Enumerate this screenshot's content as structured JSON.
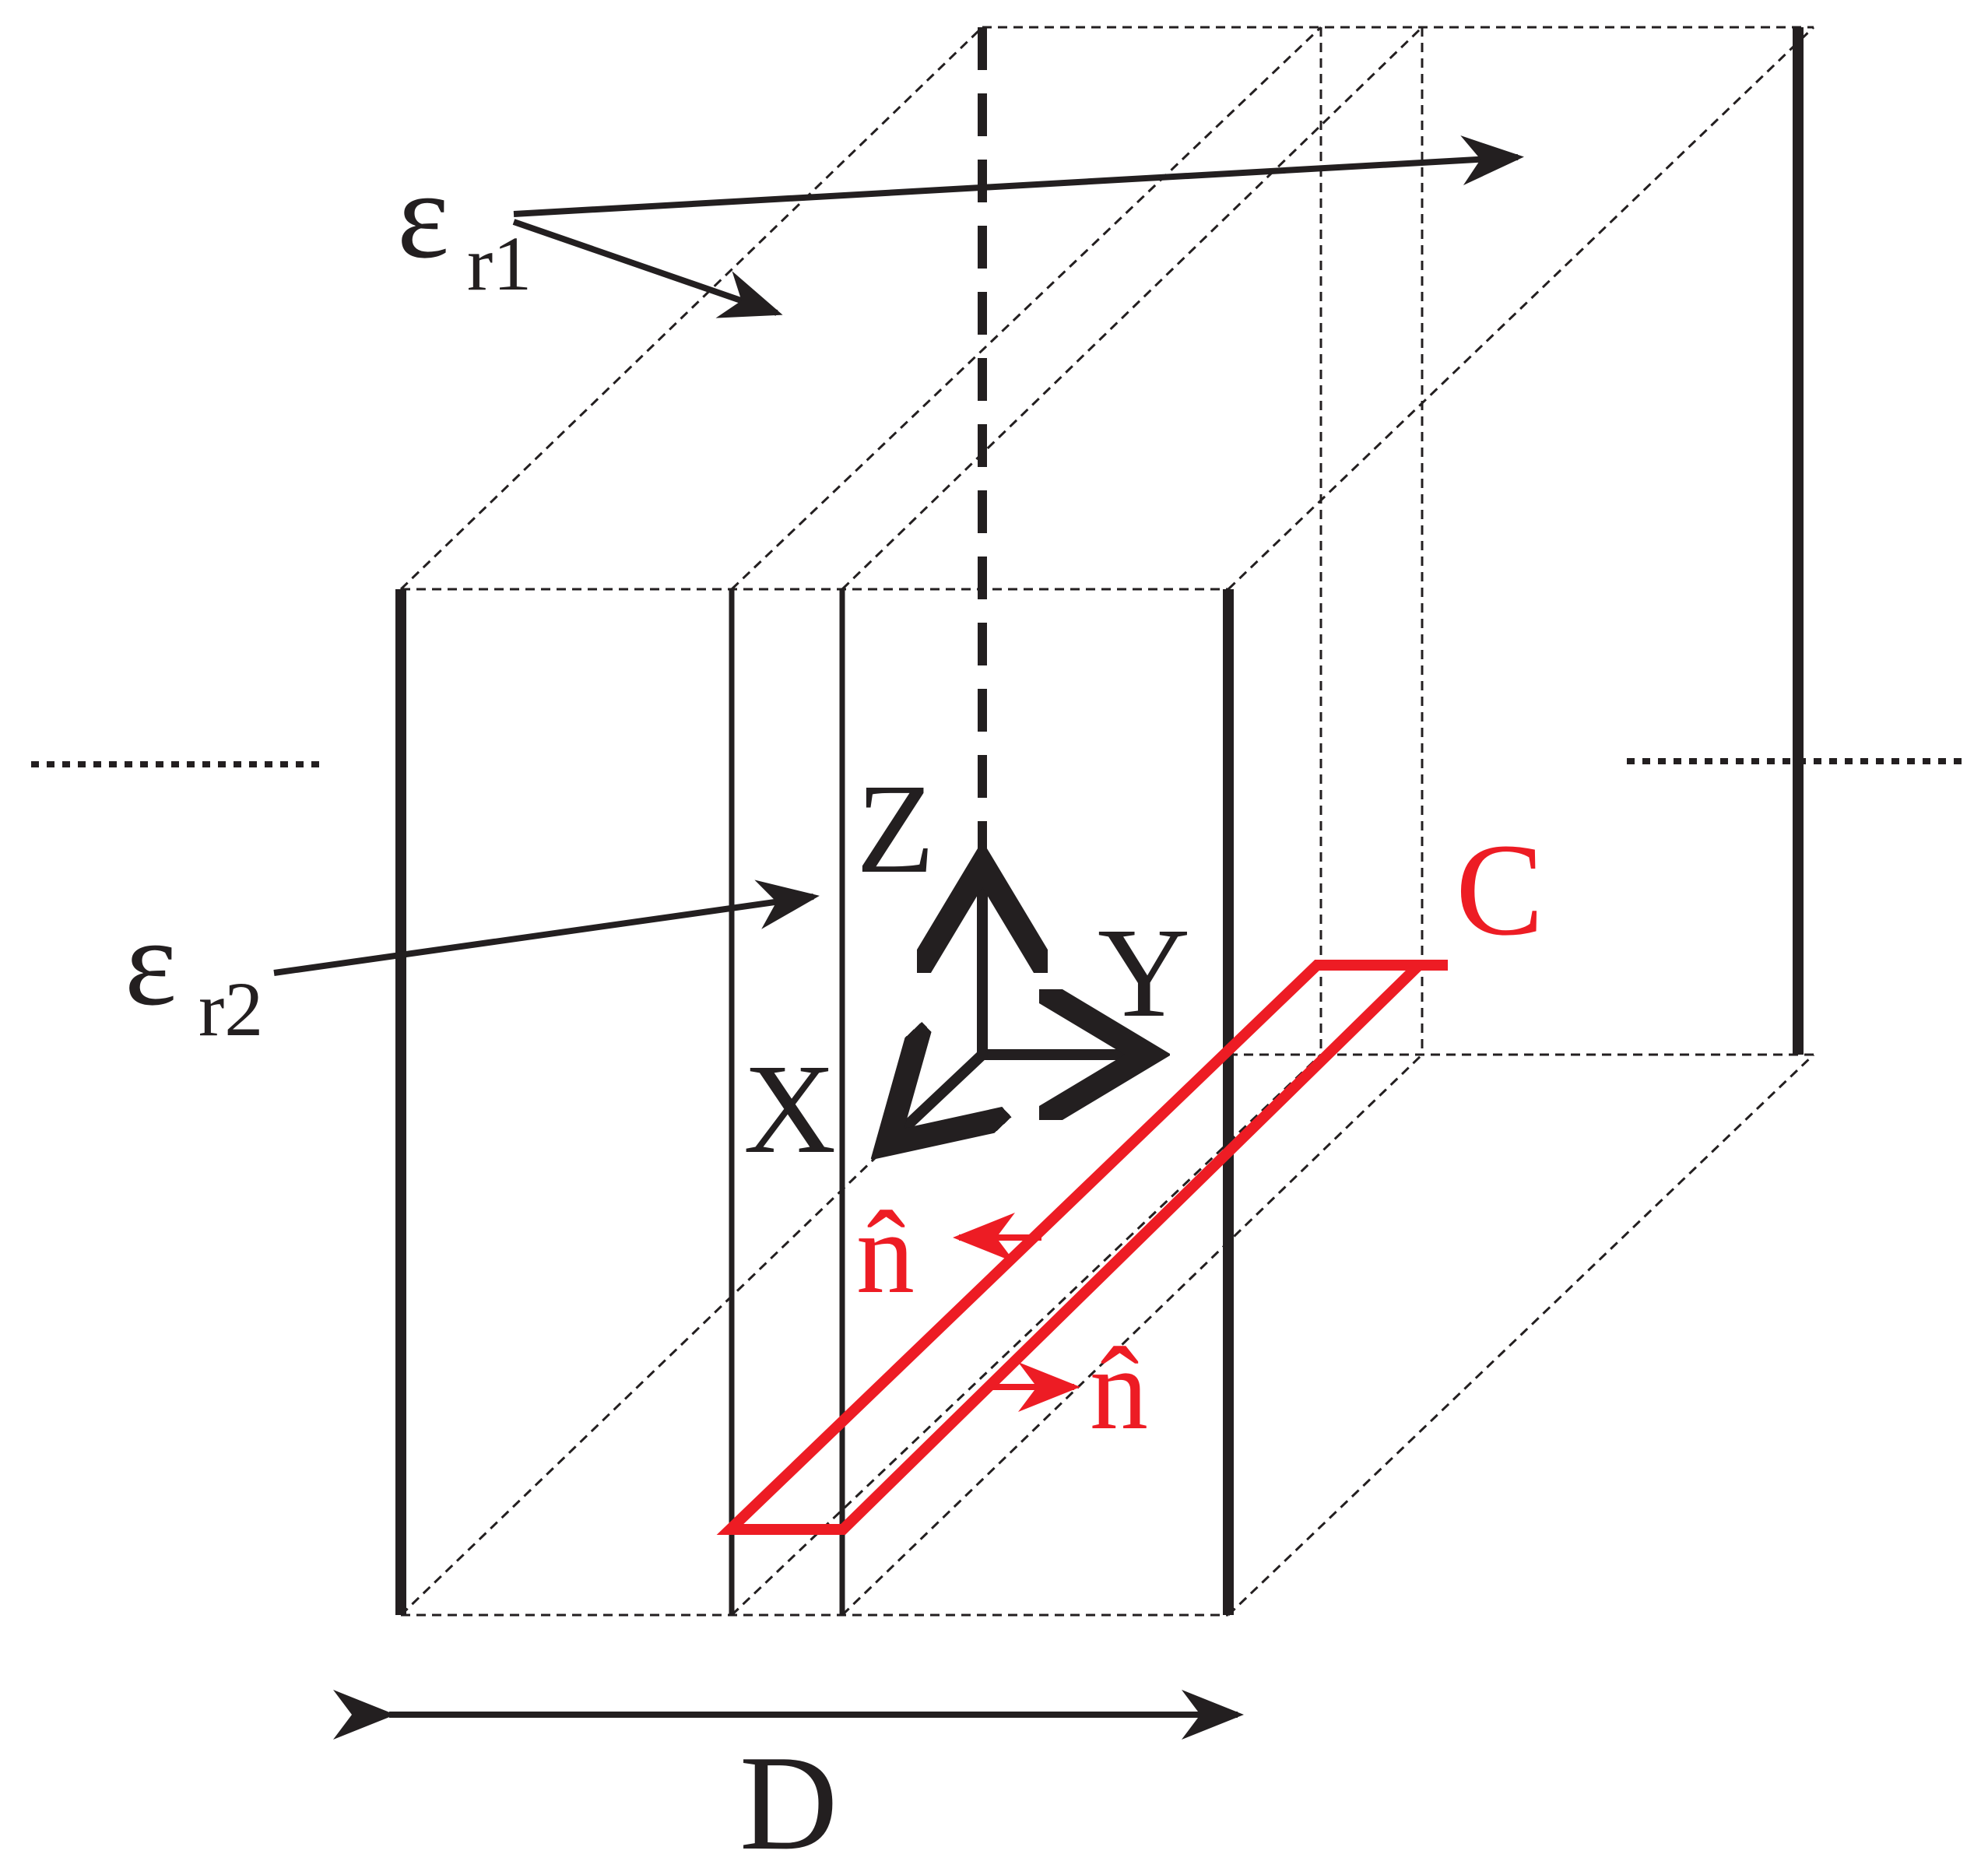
{
  "labels": {
    "eps1_base": "ε",
    "eps1_sub": "r1",
    "eps2_base": "ε",
    "eps2_sub": "r2",
    "axis_z": "Z",
    "axis_y": "Y",
    "axis_x": "X",
    "contour": "C",
    "normal_1": "n̂",
    "normal_2": "n̂",
    "dimension": "D"
  },
  "colors": {
    "ink": "#231f20",
    "accent": "#ed1c24"
  }
}
